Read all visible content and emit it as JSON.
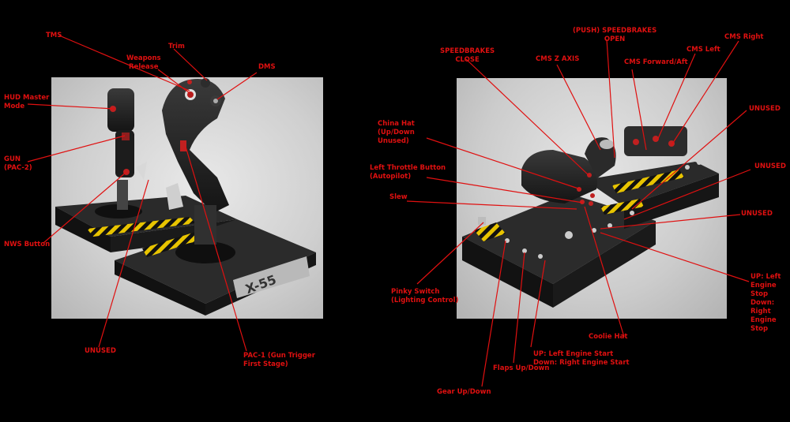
{
  "left_labels": {
    "tms": "TMS",
    "trim": "Trim",
    "weapons_release": "Weapons\nRelease",
    "dms": "DMS",
    "hud_master_mode": "HUD Master\nMode",
    "gun": "GUN\n(PAC-2)",
    "nws_button": "NWS Button",
    "unused": "UNUSED",
    "pac1": "PAC-1 (Gun Trigger\nFirst Stage)"
  },
  "right_labels": {
    "push_speedbrakes": "(PUSH) SPEEDBRAKES\nOPEN",
    "speedbrakes_close": "SPEEDBRAKES\nCLOSE",
    "cms_z_axis": "CMS Z AXIS",
    "cms_forward_aft": "CMS Forward/Aft",
    "cms_left": "CMS Left",
    "cms_right": "CMS Right",
    "unused_1": "UNUSED",
    "unused_2": "UNUSED",
    "unused_3": "UNUSED",
    "china_hat": "China Hat\n(Up/Down\nUnused)",
    "left_throttle_button": "Left Throttle Button\n(Autopilot)",
    "slew": "Slew",
    "pinky_switch": "Pinky Switch\n(Lighting Control)",
    "engine_stop": "UP: Left\nEngine\nStop\nDown:\nRight\nEngine\nStop",
    "coolie_hat": "Coolie Hat",
    "engine_start": "UP: Left Engine Start\nDown: Right Engine Start",
    "flaps": "Flaps Up/Down",
    "gear": "Gear Up/Down"
  },
  "product_logo": "X-55",
  "colors": {
    "label": "#e01010",
    "background": "#000000",
    "panel": "#d3d3d3",
    "device": "#1e1e1e"
  }
}
